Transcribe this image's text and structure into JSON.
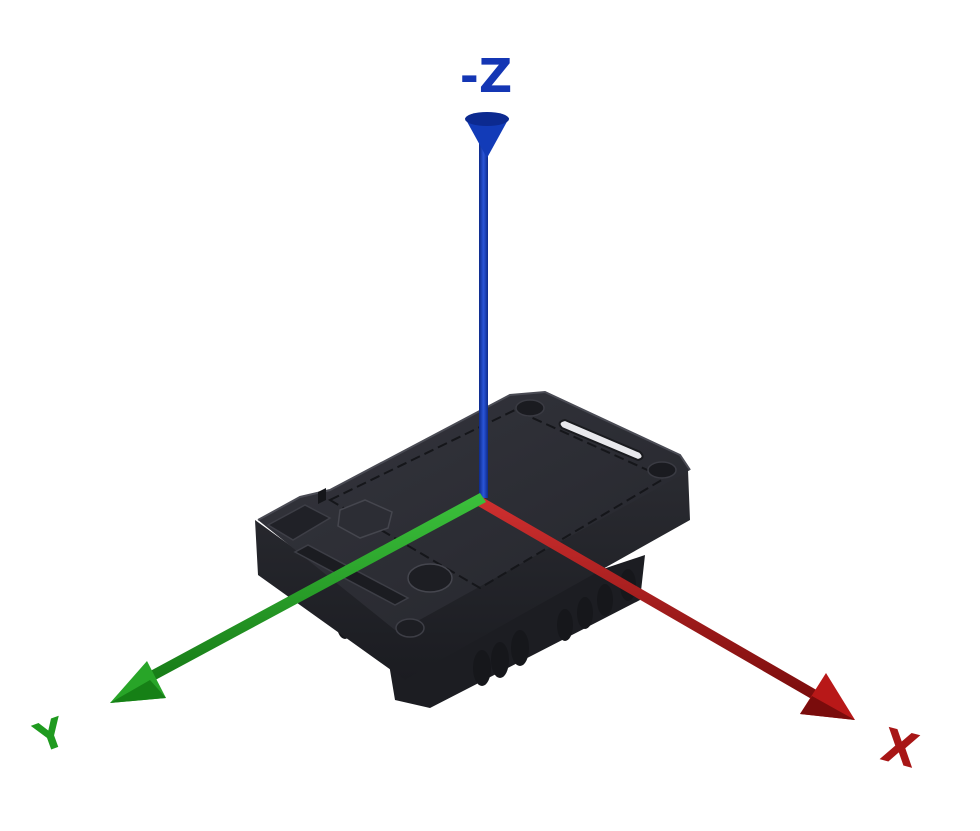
{
  "axes": {
    "z": {
      "label": "-Z",
      "color": "#1436b4"
    },
    "y": {
      "label": "Y",
      "color": "#1f9a1f"
    },
    "x": {
      "label": "X",
      "color": "#a81616"
    }
  },
  "object": {
    "color": "#2a2b32"
  }
}
